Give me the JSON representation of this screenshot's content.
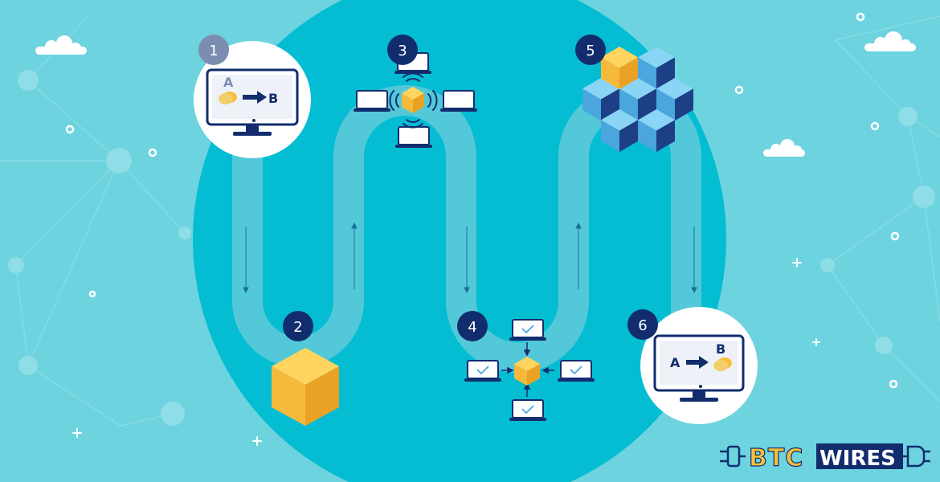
{
  "colors": {
    "background": "#6dd3df",
    "circle": "#04bdd2",
    "road": "#52c8d8",
    "navy": "#122d6e",
    "badge1": "#7c8db2",
    "gold": "#f8bf3c",
    "gold_dark": "#e9a126",
    "cube_light": "#8ad4f5",
    "cube_mid": "#4aa6dd",
    "cube_dark": "#1d3f86",
    "white": "#ffffff"
  },
  "steps": [
    {
      "number": "1",
      "icon": "monitor-a-to-b-icon"
    },
    {
      "number": "2",
      "icon": "block-cube-icon"
    },
    {
      "number": "3",
      "icon": "broadcast-network-icon"
    },
    {
      "number": "4",
      "icon": "validation-network-icon"
    },
    {
      "number": "5",
      "icon": "blockchain-cubes-icon"
    },
    {
      "number": "6",
      "icon": "monitor-received-icon"
    }
  ],
  "monitor1": {
    "from_label": "A",
    "to_label": "B"
  },
  "monitor6": {
    "from_label": "A",
    "to_label": "B"
  },
  "logo": {
    "part1": "BTC",
    "part2": "WIRES"
  }
}
